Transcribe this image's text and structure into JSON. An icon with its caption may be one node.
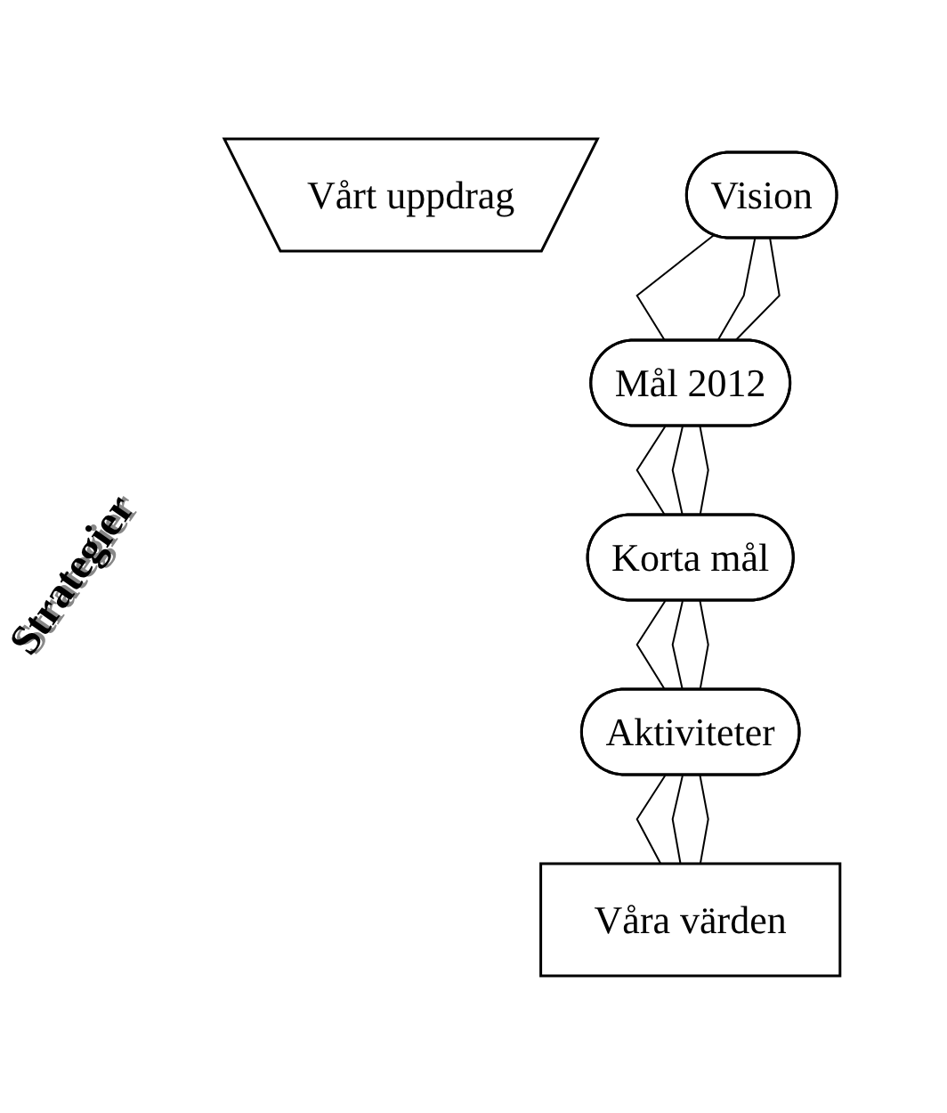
{
  "diagram": {
    "nodes": [
      {
        "text": [
          "Vårt uppdrag"
        ]
      },
      {
        "text": [
          "Vision"
        ]
      },
      {
        "text": [
          "Mål 2012"
        ]
      },
      {
        "text": [
          "Korta mål"
        ]
      },
      {
        "text": [
          "Aktiviteter"
        ]
      },
      {
        "text": [
          "Våra värden"
        ]
      }
    ],
    "edges": [
      {
        "from": 1,
        "to": 2,
        "arrow": "none"
      },
      {
        "from": 1,
        "to": 2,
        "arrow": "none"
      },
      {
        "from": 1,
        "to": 2,
        "arrow": "none"
      },
      {
        "from": 2,
        "to": 3,
        "arrow": "none"
      },
      {
        "from": 2,
        "to": 3,
        "arrow": "none"
      },
      {
        "from": 2,
        "to": 3,
        "arrow": "none"
      },
      {
        "from": 3,
        "to": 4,
        "arrow": "none"
      },
      {
        "from": 3,
        "to": 4,
        "arrow": "none"
      },
      {
        "from": 3,
        "to": 4,
        "arrow": "none"
      },
      {
        "from": 4,
        "to": 5,
        "arrow": "none"
      },
      {
        "from": 4,
        "to": 5,
        "arrow": "none"
      },
      {
        "from": 4,
        "to": 5,
        "arrow": "none"
      }
    ],
    "labels": [
      "Strategier"
    ]
  }
}
